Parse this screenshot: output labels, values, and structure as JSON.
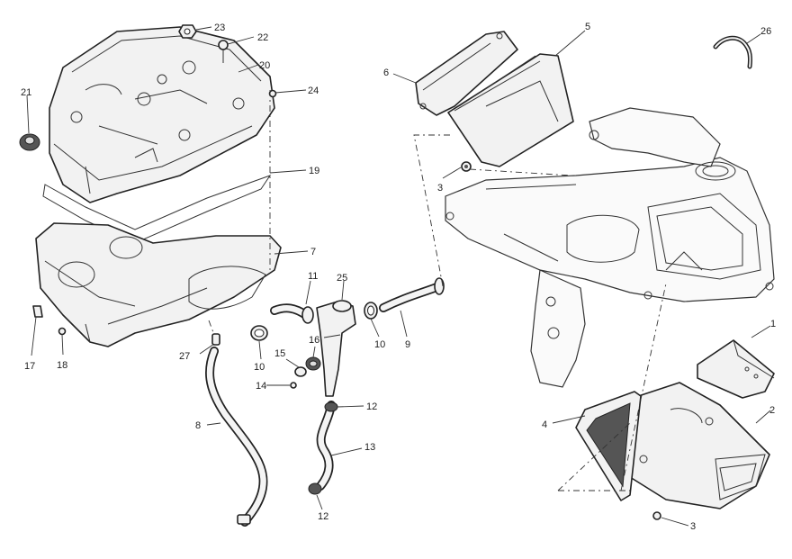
{
  "diagram": {
    "title": "Air intake / airbox exploded parts diagram",
    "callouts": [
      {
        "id": "c23",
        "label": "23"
      },
      {
        "id": "c22",
        "label": "22"
      },
      {
        "id": "c20",
        "label": "20"
      },
      {
        "id": "c21",
        "label": "21"
      },
      {
        "id": "c24",
        "label": "24"
      },
      {
        "id": "c19",
        "label": "19"
      },
      {
        "id": "c7",
        "label": "7"
      },
      {
        "id": "c17",
        "label": "17"
      },
      {
        "id": "c18",
        "label": "18"
      },
      {
        "id": "c27",
        "label": "27"
      },
      {
        "id": "c8",
        "label": "8"
      },
      {
        "id": "c11",
        "label": "11"
      },
      {
        "id": "c25",
        "label": "25"
      },
      {
        "id": "c16",
        "label": "16"
      },
      {
        "id": "c15",
        "label": "15"
      },
      {
        "id": "c14",
        "label": "14"
      },
      {
        "id": "c10a",
        "label": "10"
      },
      {
        "id": "c10b",
        "label": "10"
      },
      {
        "id": "c9",
        "label": "9"
      },
      {
        "id": "c12a",
        "label": "12"
      },
      {
        "id": "c13",
        "label": "13"
      },
      {
        "id": "c12b",
        "label": "12"
      },
      {
        "id": "c6",
        "label": "6"
      },
      {
        "id": "c5",
        "label": "5"
      },
      {
        "id": "c3a",
        "label": "3"
      },
      {
        "id": "c26",
        "label": "26"
      },
      {
        "id": "c1",
        "label": "1"
      },
      {
        "id": "c2",
        "label": "2"
      },
      {
        "id": "c4",
        "label": "4"
      },
      {
        "id": "c3b",
        "label": "3"
      }
    ]
  }
}
